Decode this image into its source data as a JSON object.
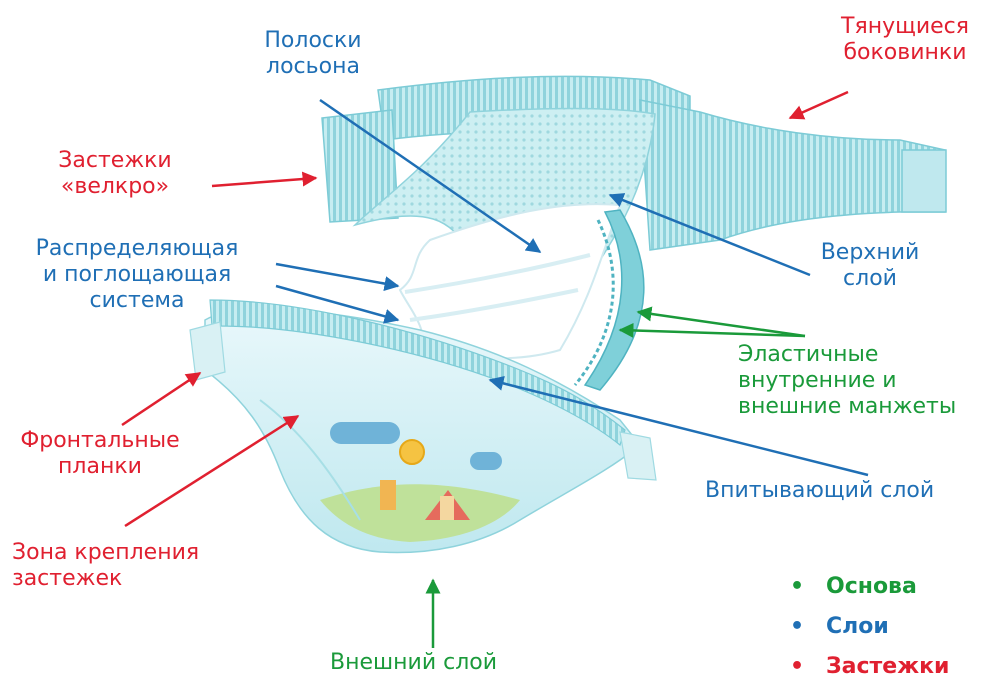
{
  "colors": {
    "fastener": "#e02030",
    "layer": "#1f6fb5",
    "base": "#1a9a3a",
    "diaper_light": "#dff4f8",
    "diaper_mid": "#9fdde6",
    "diaper_dark": "#56bccb"
  },
  "labels": {
    "lotion_strips": [
      "Полоски",
      "лосьона"
    ],
    "stretch_sides": [
      "Тянущиеся",
      "боковинки"
    ],
    "velcro": [
      "Застежки",
      "«велкро»"
    ],
    "distribution": [
      "Распределяющая",
      "и поглощающая",
      "система"
    ],
    "top_sheet": [
      "Верхний",
      "слой"
    ],
    "elastic_cuffs": [
      "Эластичные",
      "внутренние и",
      "внешние манжеты"
    ],
    "front_tabs": [
      "Фронтальные",
      "планки"
    ],
    "absorbent_layer": "Впитывающий слой",
    "landing_zone": [
      "Зона крепления",
      "застежек"
    ],
    "outer_layer": "Внешний слой"
  },
  "legend": [
    {
      "bullet": "•",
      "text": "Основа",
      "color": "#1a9a3a"
    },
    {
      "bullet": "•",
      "text": "Слои",
      "color": "#1f6fb5"
    },
    {
      "bullet": "•",
      "text": "Застежки",
      "color": "#e02030"
    }
  ]
}
